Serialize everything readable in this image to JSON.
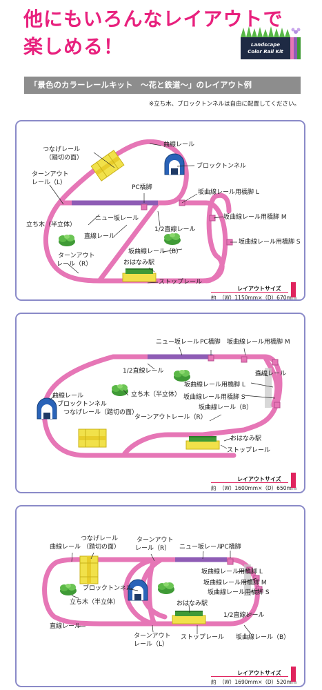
{
  "headline": {
    "line1": "他にもいろんなレイアウトで",
    "line2": "楽しめる！"
  },
  "logo": {
    "line1": "Landscape",
    "line2": "Color Rail Kit"
  },
  "banner": "「景色のカラーレールキット　〜花と鉄道〜」のレイアウト例",
  "note": "※立ち木、ブロックトンネルは自由に配置してください。",
  "colors": {
    "rail": "#e676b6",
    "accent": "#e8207d",
    "panel_border": "#8a8ac8",
    "slope": "#8e5cb5",
    "grey": "#8d8d8d"
  },
  "layout_size_label": "レイアウトサイズ",
  "panels": [
    {
      "labels": {
        "curve": "曲線レール",
        "joint1": "つなげレール",
        "joint2": "（踏切の面）",
        "tunnel": "ブロックトンネル",
        "turnout_l1": "ターンアウト",
        "turnout_l2": "レール（L）",
        "pc": "PC橋脚",
        "pierL": "坂曲線レール用橋脚 L",
        "tree": "立ち木（半立体）",
        "new_slope": "ニュー坂レール",
        "pierM": "坂曲線レール用橋脚 M",
        "half": "1/2直線レール",
        "straight": "直線レール",
        "pierS": "坂曲線レール用橋脚 S",
        "turnout_r1": "ターンアウト",
        "turnout_r2": "レール（R）",
        "slope_b": "坂曲線レール（B）",
        "station": "おはなみ駅",
        "stop": "ストップレール"
      },
      "size_prefix": "約",
      "size": "（W）1150mm×（D）670mm"
    },
    {
      "labels": {
        "new_slope": "ニュー坂レール",
        "pc": "PC橋脚",
        "pierM": "坂曲線レール用橋脚 M",
        "half": "1/2直線レール",
        "straight": "直線レール",
        "tree": "立ち木（半立体）",
        "pierL": "坂曲線レール用橋脚 L",
        "curve": "曲線レール",
        "tunnel": "ブロックトンネル",
        "pierS": "坂曲線レール用橋脚 S",
        "joint": "つなげレール（踏切の面）",
        "slope_b": "坂曲線レール（B）",
        "turnout_r": "ターンアウトレール（R）",
        "station": "おはなみ駅",
        "stop": "ストップレール"
      },
      "size_prefix": "約",
      "size": "（W）1600mm×（D）650mm"
    },
    {
      "labels": {
        "curve": "曲線レール",
        "joint1": "つなげレール",
        "joint2": "（踏切の面）",
        "turnout_r1": "ターンアウト",
        "turnout_r2": "レール（R）",
        "new_slope": "ニュー坂レール",
        "pc": "PC橋脚",
        "pierL": "坂曲線レール用橋脚 L",
        "tunnel": "ブロックトンネル",
        "pierM": "坂曲線レール用橋脚 M",
        "station": "おはなみ駅",
        "pierS": "坂曲線レール用橋脚 S",
        "tree": "立ち木（半立体）",
        "half": "1/2直線レール",
        "straight": "直線レール",
        "turnout_l1": "ターンアウト",
        "turnout_l2": "レール（L）",
        "stop": "ストップレール",
        "slope_b": "坂曲線レール（B）"
      },
      "size_prefix": "約",
      "size": "（W）1690mm×（D）520mm"
    }
  ]
}
